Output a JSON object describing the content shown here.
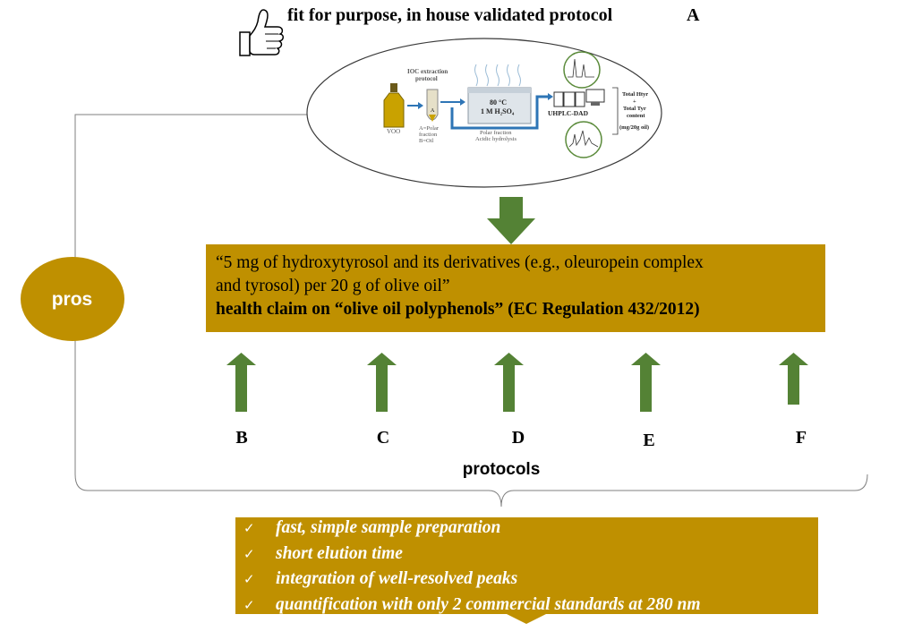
{
  "header": {
    "title": "fit for purpose, in house validated protocol",
    "letter": "A"
  },
  "workflow": {
    "step1_title": "IOC extraction",
    "step1_title2": "protocol",
    "oil_label": "VOO",
    "tube_a": "A=Polar",
    "tube_b": "fraction",
    "tube_c": "B=Oil",
    "tube_letter": "A",
    "bath_temp": "80 °C",
    "bath_acid": "1 M H₂SO₄",
    "hydro_1": "Polar fraction",
    "hydro_2": "Acidic hydrolysis",
    "instrument": "UHPLC-DAD",
    "result_1": "Total Htyr",
    "result_2": "+",
    "result_3": "Total Tyr",
    "result_4": "content",
    "result_5": "(mg/20g oil)"
  },
  "claim": {
    "line1": "“5 mg of hydroxytyrosol and its derivatives (e.g., oleuropein complex",
    "line2": "and tyrosol) per 20 g of olive oil”",
    "line3": "health claim on “olive oil polyphenols” (EC Regulation 432/2012)"
  },
  "pros_label": "pros",
  "protocols": [
    "B",
    "C",
    "D",
    "E",
    "F"
  ],
  "protocols_label": "protocols",
  "pros_items": [
    "fast, simple sample preparation",
    "short elution time",
    "integration of well-resolved peaks",
    "quantification with only 2 commercial standards at 280 nm"
  ],
  "check_glyph": "✓",
  "colors": {
    "gold": "#bf9000",
    "arrow_green": "#548235",
    "bracket_line": "#595959"
  }
}
